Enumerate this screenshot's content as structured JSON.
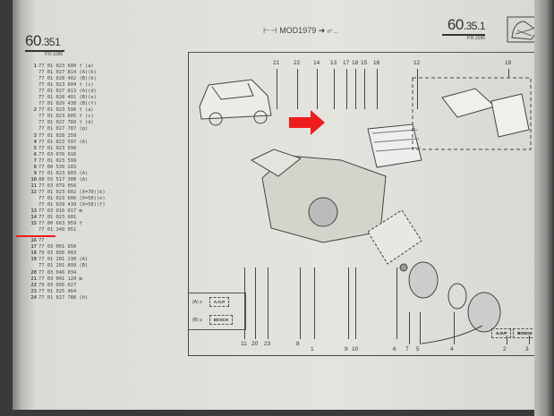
{
  "left_page": {
    "number_main": "60",
    "number_sub": ".351",
    "ref": "P.R.1096"
  },
  "right_page": {
    "number_main": "60",
    "number_sub": ".35.1",
    "ref": "P.R.1096"
  },
  "header": {
    "model": "MOD1979",
    "arrow": "➜",
    "suffix": "n° ..."
  },
  "parts": [
    {
      "n": "1",
      "code": "77 01 023 600",
      "note": "† (a)"
    },
    {
      "n": "",
      "code": "77 01 027 814",
      "note": "(A)(b)"
    },
    {
      "n": "",
      "code": "77 01 028 402",
      "note": "(B)(b)"
    },
    {
      "n": "",
      "code": "77 01 023 604",
      "note": "† (c)"
    },
    {
      "n": "",
      "code": "77 01 027 813",
      "note": "(A)(d)"
    },
    {
      "n": "",
      "code": "77 01 028 401",
      "note": "(B)(e)"
    },
    {
      "n": "",
      "code": "77 01 029 438",
      "note": "(B)(f)"
    },
    {
      "n": "2",
      "code": "77 01 023 596",
      "note": "† (a)"
    },
    {
      "n": "",
      "code": "77 01 023 605",
      "note": "† (c)"
    },
    {
      "n": "",
      "code": "77 01 027 789",
      "note": "† (d)"
    },
    {
      "n": "",
      "code": "77 01 027 787",
      "note": "(g)"
    },
    {
      "n": "3",
      "code": "77 01 028 259",
      "note": ""
    },
    {
      "n": "4",
      "code": "77 01 023 597",
      "note": "(A)"
    },
    {
      "n": "5",
      "code": "77 01 023 598",
      "note": ""
    },
    {
      "n": "6",
      "code": "77 03 076 016",
      "note": ""
    },
    {
      "n": "7",
      "code": "77 01 023 599",
      "note": ""
    },
    {
      "n": "8",
      "code": "77 00 539 203",
      "note": ""
    },
    {
      "n": "9",
      "code": "77 01 023 603",
      "note": "(A)"
    },
    {
      "n": "10",
      "code": "08 55 517 300",
      "note": "(A)"
    },
    {
      "n": "11",
      "code": "77 03 079 056",
      "note": ""
    },
    {
      "n": "12",
      "code": "77 01 023 602",
      "note": "(X=70)(b)"
    },
    {
      "n": "",
      "code": "77 01 023 606",
      "note": "(X=50)(e)"
    },
    {
      "n": "",
      "code": "77 01 029 439",
      "note": "(X=58)(f)"
    },
    {
      "n": "13",
      "code": "77 03 016 017",
      "note": "⊠"
    },
    {
      "n": "14",
      "code": "77 01 023 601",
      "note": ""
    },
    {
      "n": "15",
      "code": "77 00 663 959",
      "note": "†"
    },
    {
      "n": "",
      "code": "77 01 349 051",
      "note": ""
    },
    {
      "n": "16",
      "code": "77",
      "note": ""
    },
    {
      "n": "17",
      "code": "77 03 001 650",
      "note": ""
    },
    {
      "n": "18",
      "code": "79 03 056 003",
      "note": ""
    },
    {
      "n": "19",
      "code": "77 01 201 230",
      "note": "(A)"
    },
    {
      "n": "",
      "code": "77 01 201 899",
      "note": "(B)"
    },
    {
      "n": "20",
      "code": "77 03 046 034",
      "note": ""
    },
    {
      "n": "21",
      "code": "77 03 001 120",
      "note": "⊠"
    },
    {
      "n": "22",
      "code": "79 03 056 027",
      "note": ""
    },
    {
      "n": "23",
      "code": "77 01 025 464",
      "note": ""
    },
    {
      "n": "24",
      "code": "77 01 027 788",
      "note": "(h)"
    }
  ],
  "callouts_top": [
    "21",
    "22",
    "14",
    "13",
    "17",
    "18",
    "15",
    "16",
    "12",
    "19"
  ],
  "callouts_bottom": [
    "11",
    "20",
    "23",
    "8",
    "1",
    "9",
    "10",
    "6",
    "7",
    "5",
    "4",
    "2",
    "3"
  ],
  "legend": [
    {
      "key": "(A)",
      "sym": "≥",
      "brand": "A.O.P"
    },
    {
      "key": "(B)",
      "sym": "≥",
      "brand": "BOSCH"
    }
  ],
  "motor_tags": [
    "A.O.P",
    "BOSCH"
  ],
  "colors": {
    "highlight": "#ee1c1c",
    "paper": "#e2e2dc",
    "ink": "#3a3a3a"
  }
}
